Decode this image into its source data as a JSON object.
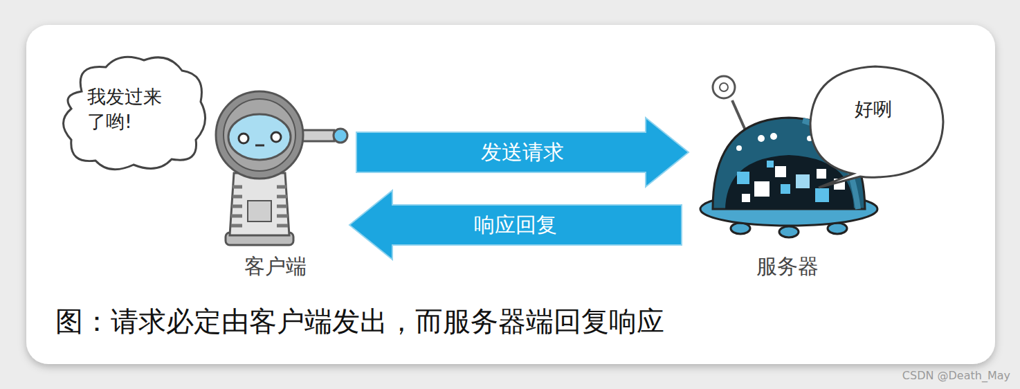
{
  "diagram": {
    "caption": "图：请求必定由客户端发出，而服务器端回复响应",
    "nodes": [
      {
        "text": [
          "我发过来 了哟!"
        ]
      },
      {
        "text": [
          "客户端"
        ]
      },
      {
        "text": [
          "服务器"
        ]
      },
      {
        "text": [
          "好咧"
        ]
      }
    ],
    "edges": [
      {
        "from": 1,
        "to": 2,
        "arrow": "to",
        "label": "发送请求"
      },
      {
        "from": 2,
        "to": 1,
        "arrow": "to",
        "label": "响应回复"
      }
    ],
    "labels": [
      "CSDN @Death_May"
    ]
  }
}
